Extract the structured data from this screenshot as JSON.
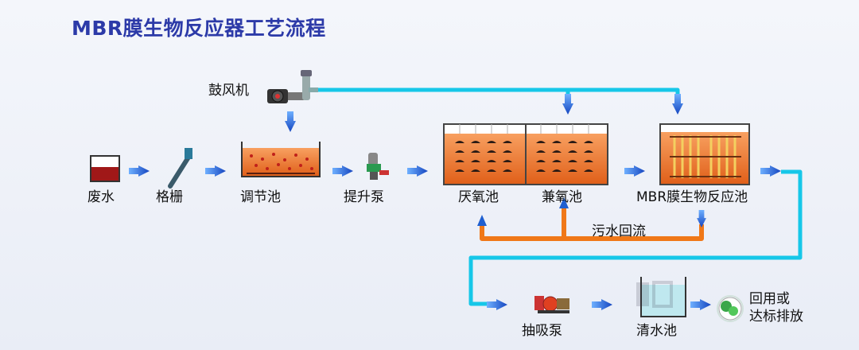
{
  "title": "MBR膜生物反应器工艺流程",
  "labels": {
    "blower": "鼓风机",
    "wastewater": "废水",
    "grille": "格栅",
    "regulating_tank": "调节池",
    "lift_pump": "提升泵",
    "anaerobic_tank": "厌氧池",
    "anoxic_tank": "兼氧池",
    "mbr_tank": "MBR膜生物反应池",
    "sludge_return": "污水回流",
    "suction_pump": "抽吸泵",
    "clear_water_tank": "清水池",
    "reuse_line1": "回用或",
    "reuse_line2": "达标排放"
  },
  "colors": {
    "title": "#2c3aa8",
    "air_pipe": "#16c7e8",
    "sludge_pipe": "#f07818",
    "flow_arrow": "#1f5fd0",
    "tank_liquid": "#f0823a"
  }
}
